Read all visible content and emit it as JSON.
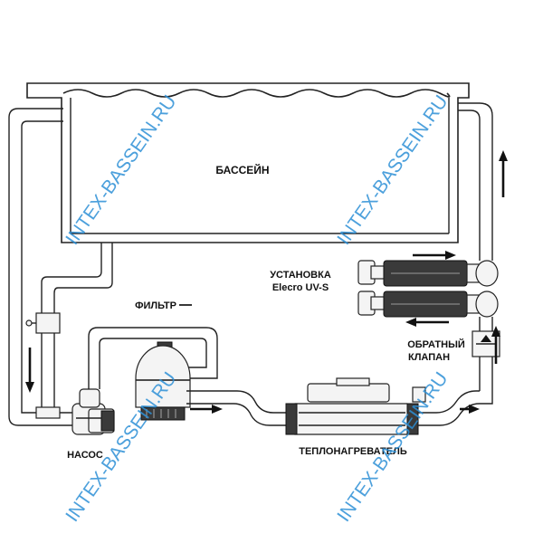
{
  "labels": {
    "pool": "БАССЕЙН",
    "filter": "ФИЛЬТР",
    "pump": "НАСОС",
    "heater": "ТЕПЛОНАГРЕВАТЕЛЬ",
    "uv_line1": "УСТАНОВКА",
    "uv_line2": "Elecro UV-S",
    "check_valve_line1": "ОБРАТНЫЙ",
    "check_valve_line2": "КЛАПАН"
  },
  "watermark": "INTEX-BASSEIN.RU",
  "colors": {
    "line": "#222222",
    "watermark": "#2d8fd6"
  }
}
